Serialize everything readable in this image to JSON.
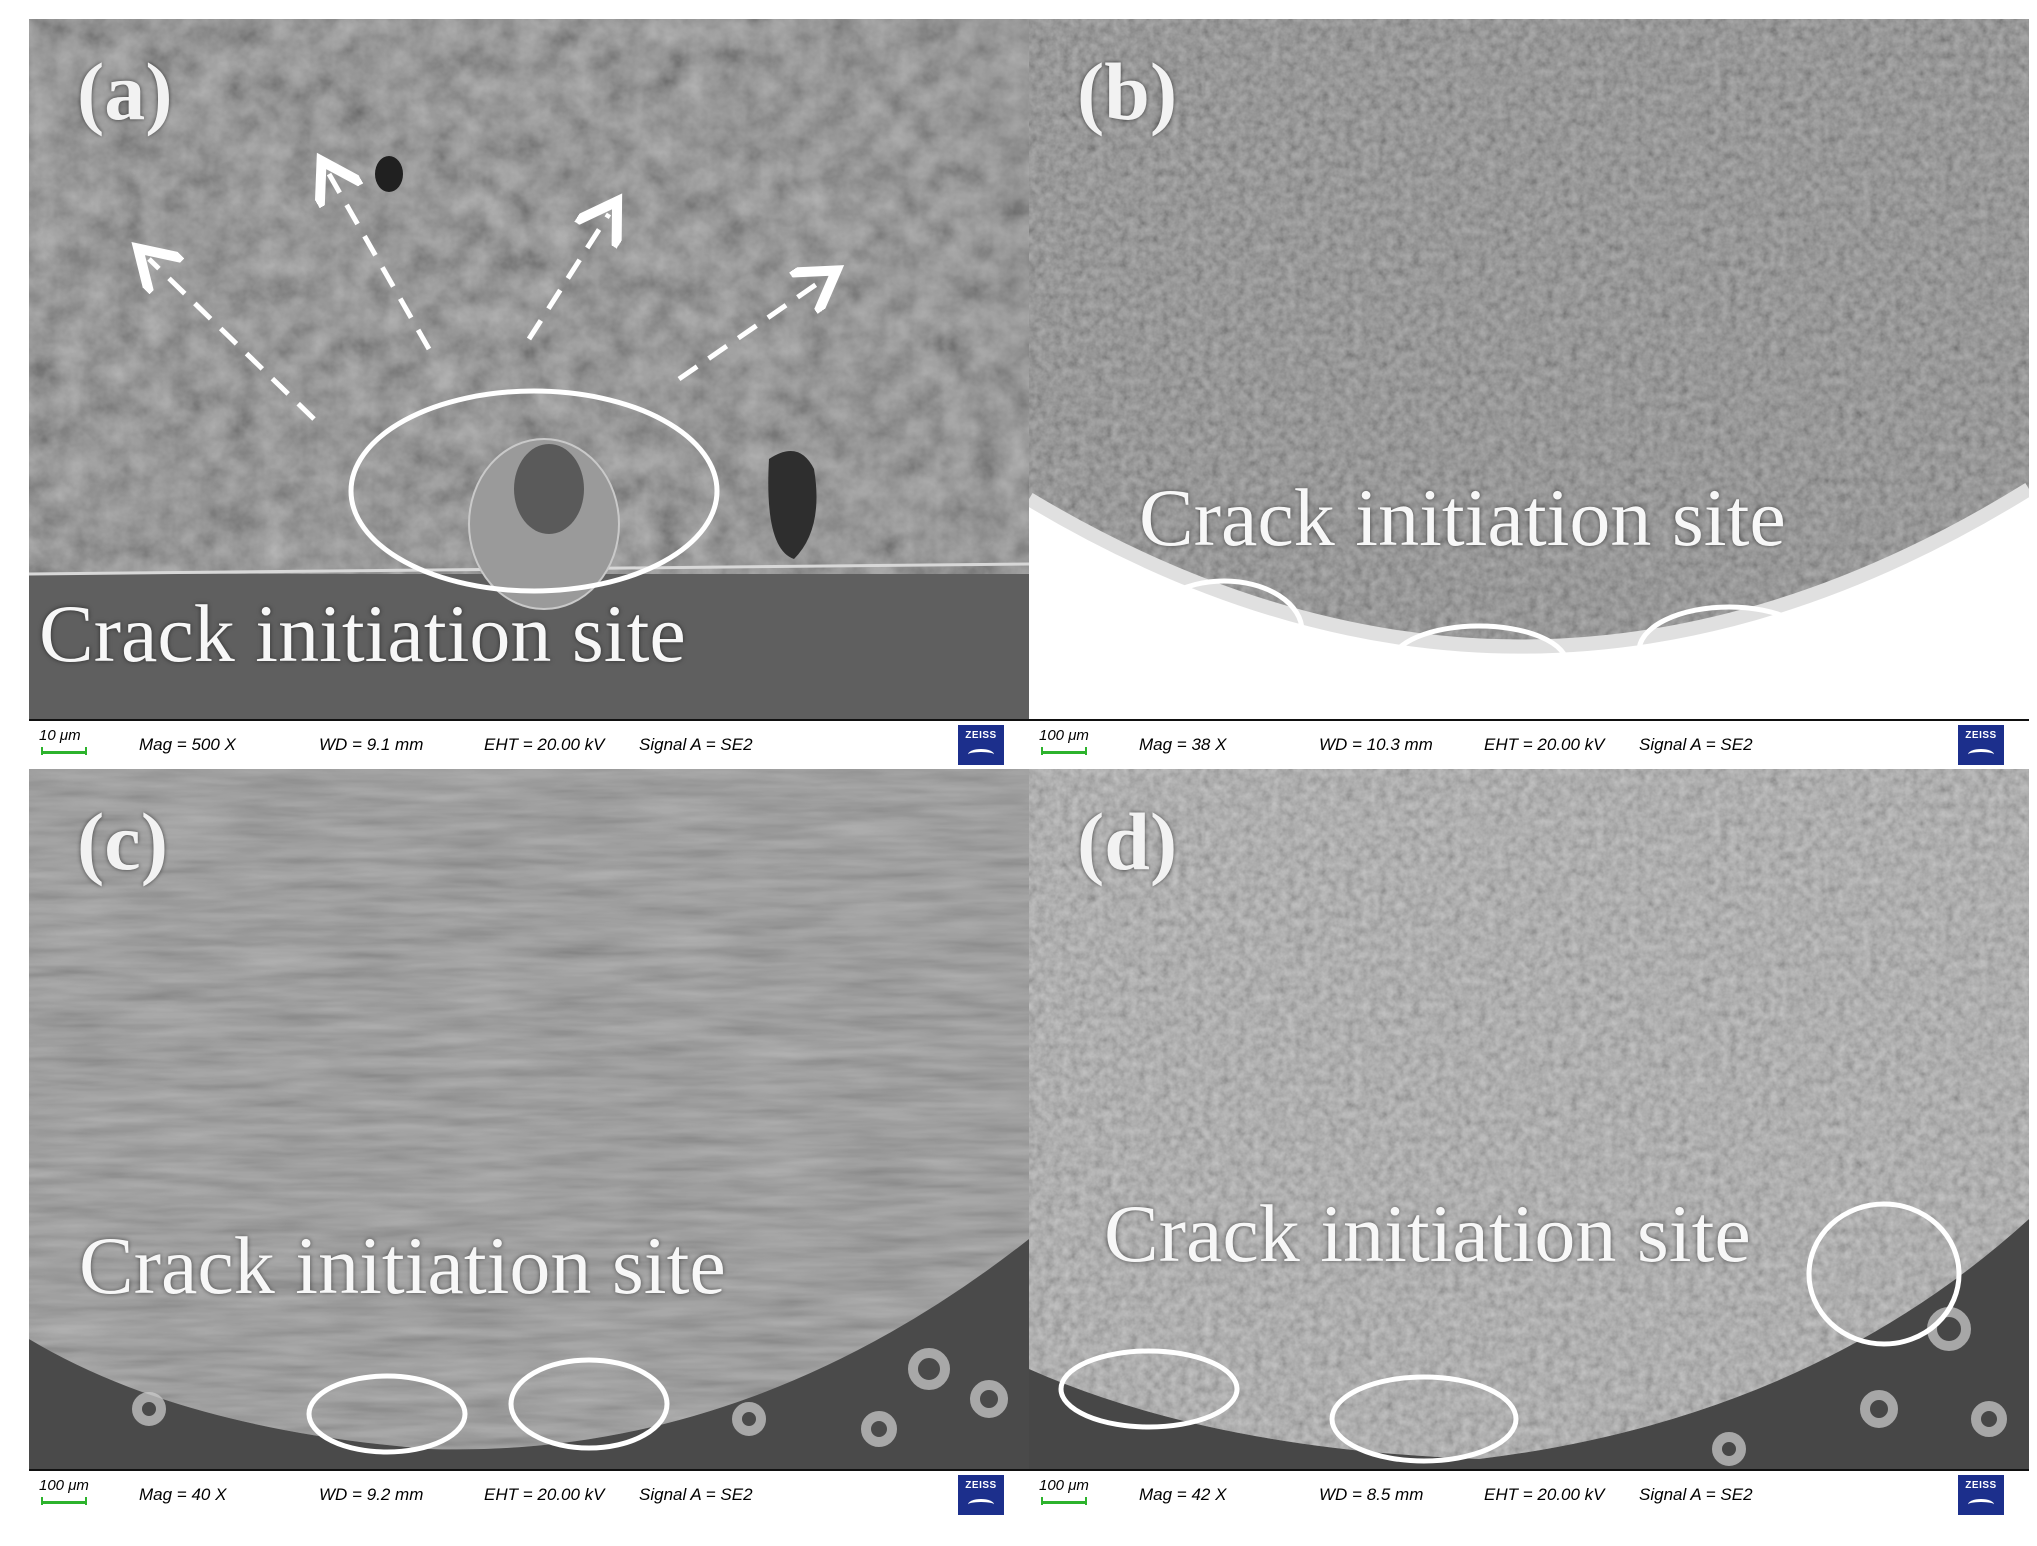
{
  "panels": [
    {
      "label": "(a)",
      "caption": "Crack initiation site",
      "info": {
        "scale": "10 μm",
        "mag": "Mag =   500 X",
        "wd": "WD =  9.1 mm",
        "eht": "EHT = 20.00 kV",
        "signal": "Signal A = SE2",
        "logo": "ZEISS"
      }
    },
    {
      "label": "(b)",
      "caption": "Crack initiation site",
      "info": {
        "scale": "100 μm",
        "mag": "Mag =    38 X",
        "wd": "WD = 10.3 mm",
        "eht": "EHT = 20.00 kV",
        "signal": "Signal A = SE2",
        "logo": "ZEISS"
      }
    },
    {
      "label": "(c)",
      "caption": "Crack initiation site",
      "info": {
        "scale": "100 μm",
        "mag": "Mag =    40 X",
        "wd": "WD =  9.2 mm",
        "eht": "EHT = 20.00 kV",
        "signal": "Signal A = SE2",
        "logo": "ZEISS"
      }
    },
    {
      "label": "(d)",
      "caption": "Crack initiation site",
      "info": {
        "scale": "100 μm",
        "mag": "Mag =    42 X",
        "wd": "WD =  8.5 mm",
        "eht": "EHT = 20.00 kV",
        "signal": "Signal A = SE2",
        "logo": "ZEISS"
      }
    }
  ]
}
